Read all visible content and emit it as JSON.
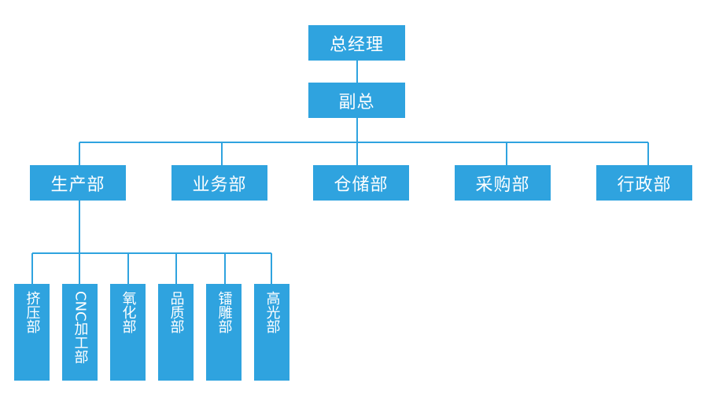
{
  "colors": {
    "node_fill": "#2fa3df",
    "node_text": "#ffffff",
    "connector": "#2fa3df",
    "background": "#ffffff"
  },
  "org_chart": {
    "ceo": "总经理",
    "deputy": "副总",
    "departments": [
      "生产部",
      "业务部",
      "仓储部",
      "采购部",
      "行政部"
    ],
    "production_units": [
      "挤压部",
      "CNC加工部",
      "氧化部",
      "品质部",
      "镭雕部",
      "高光部"
    ]
  }
}
